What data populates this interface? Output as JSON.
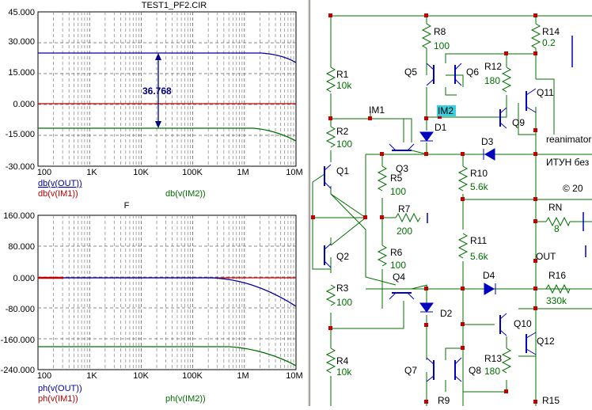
{
  "window": {
    "title": "TEST1_PF2.CIR"
  },
  "magnitude_plot": {
    "y_ticks": [
      "45.000",
      "30.000",
      "15.000",
      "0.000",
      "-15.000",
      "-30.000"
    ],
    "x_ticks": [
      "100",
      "1K",
      "10K",
      "100K",
      "1M",
      "10M"
    ],
    "annotation": "36.768",
    "traces": [
      {
        "label": "db(v(OUT))",
        "color": "#0000a0"
      },
      {
        "label": "db(v(IM1))",
        "color": "#c00000"
      },
      {
        "label": "db(v(IM2))",
        "color": "#007000"
      }
    ]
  },
  "phase_plot": {
    "title": "F",
    "y_ticks": [
      "160.000",
      "80.000",
      "0.000",
      "-80.000",
      "-160.000",
      "-240.000"
    ],
    "x_ticks": [
      "100",
      "1K",
      "10K",
      "100K",
      "1M",
      "10M"
    ],
    "traces": [
      {
        "label": "ph(v(OUT))",
        "color": "#0000a0"
      },
      {
        "label": "ph(v(IM1))",
        "color": "#c00000"
      },
      {
        "label": "ph(v(IM2))",
        "color": "#007000"
      }
    ]
  },
  "schematic": {
    "components": {
      "r1": {
        "name": "R1",
        "value": "10k"
      },
      "r2": {
        "name": "R2",
        "value": "100"
      },
      "r3": {
        "name": "R3",
        "value": "100"
      },
      "r4": {
        "name": "R4",
        "value": "10k"
      },
      "r5": {
        "name": "R5",
        "value": "100"
      },
      "r6": {
        "name": "R6",
        "value": "100"
      },
      "r7": {
        "name": "R7",
        "value": "200"
      },
      "r8": {
        "name": "R8",
        "value": "100"
      },
      "r9": {
        "name": "R9"
      },
      "r10": {
        "name": "R10",
        "value": "5.6k"
      },
      "r11": {
        "name": "R11",
        "value": "5.6k"
      },
      "r12": {
        "name": "R12",
        "value": "180"
      },
      "r13": {
        "name": "R13",
        "value": "180"
      },
      "r14": {
        "name": "R14",
        "value": "0.2"
      },
      "r15": {
        "name": "R15"
      },
      "r16": {
        "name": "R16",
        "value": "330k"
      },
      "rn": {
        "name": "RN",
        "value": "8"
      },
      "q1": "Q1",
      "q2": "Q2",
      "q3": "Q3",
      "q4": "Q4",
      "q5": "Q5",
      "q6": "Q6",
      "q7": "Q7",
      "q8": "Q8",
      "q9": "Q9",
      "q10": "Q10",
      "q11": "Q11",
      "q12": "Q12",
      "d1": "D1",
      "d2": "D2",
      "d3": "D3",
      "d4": "D4"
    },
    "nets": {
      "im1": "IM1",
      "im2": "IM2",
      "out": "OUT"
    },
    "notes": {
      "author": "reanimator",
      "desc": "ИТУН без",
      "copy": "© 20"
    },
    "colors": {
      "wire": "#007000",
      "component": "#0000c0",
      "label": "#007000",
      "node": "#c00000",
      "highlight": "#3ad0e0"
    }
  }
}
